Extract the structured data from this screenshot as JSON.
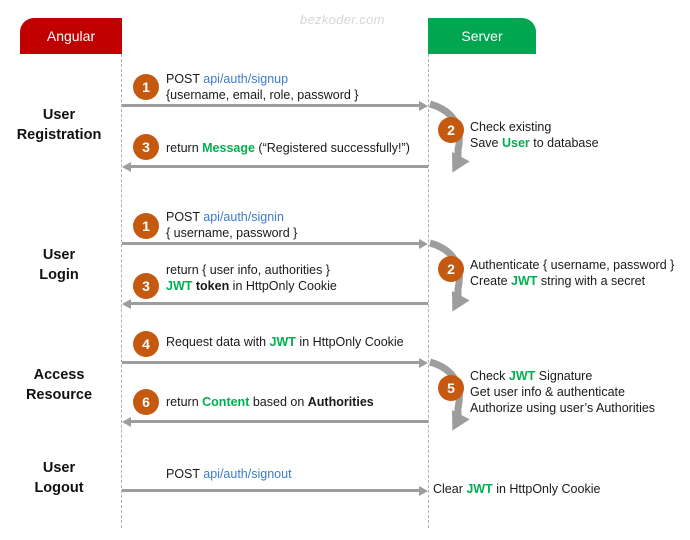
{
  "watermark": "bezkoder.com",
  "colors": {
    "client_header_bg": "#C00000",
    "server_header_bg": "#00A650",
    "badge_bg": "#C5590F",
    "arrow_gray": "#9d9d9d",
    "url_blue": "#3d7cc9",
    "keyword_green": "#00B050",
    "lifeline_gray": "#b0b0b0"
  },
  "actors": {
    "client": "Angular",
    "server": "Server"
  },
  "sections": [
    {
      "label_line1": "User",
      "label_line2": "Registration"
    },
    {
      "label_line1": "User",
      "label_line2": "Login"
    },
    {
      "label_line1": "Access",
      "label_line2": "Resource"
    },
    {
      "label_line1": "User",
      "label_line2": "Logout"
    }
  ],
  "registration": {
    "request": {
      "badge": "1",
      "line1_pre": "POST ",
      "line1_url": "api/auth/signup",
      "line2": "{username, email, role, password }"
    },
    "server_process": {
      "badge": "2",
      "line1": "Check existing",
      "line2_pre": "Save ",
      "line2_kw": "User",
      "line2_post": " to database"
    },
    "response": {
      "badge": "3",
      "line1_pre": "return ",
      "line1_kw": "Message",
      "line1_post": " (“Registered successfully!”)"
    }
  },
  "login": {
    "request": {
      "badge": "1",
      "line1_pre": "POST ",
      "line1_url": "api/auth/signin",
      "line2": "{ username, password }"
    },
    "server_process": {
      "badge": "2",
      "line1": "Authenticate { username, password }",
      "line2_pre": "Create ",
      "line2_kw": "JWT",
      "line2_post": " string with a secret"
    },
    "response": {
      "badge": "3",
      "line1": "return { user info, authorities }",
      "line2_kw": "JWT",
      "line2_bold": " token",
      "line2_post": " in HttpOnly Cookie"
    }
  },
  "access_resource": {
    "request": {
      "badge": "4",
      "line1_pre": "Request data with ",
      "line1_kw": "JWT",
      "line1_post": " in HttpOnly Cookie"
    },
    "server_process": {
      "badge": "5",
      "line1_pre": "Check ",
      "line1_kw": "JWT",
      "line1_post": " Signature",
      "line2": "Get user info & authenticate",
      "line3": "Authorize using user’s Authorities"
    },
    "response": {
      "badge": "6",
      "line1_pre": "return ",
      "line1_kw": "Content",
      "line1_mid": " based on ",
      "line1_bold": "Authorities"
    }
  },
  "logout": {
    "request": {
      "line1_pre": "POST ",
      "line1_url": "api/auth/signout"
    },
    "server_note": {
      "pre": "Clear ",
      "kw": "JWT",
      "post": " in HttpOnly Cookie"
    }
  }
}
